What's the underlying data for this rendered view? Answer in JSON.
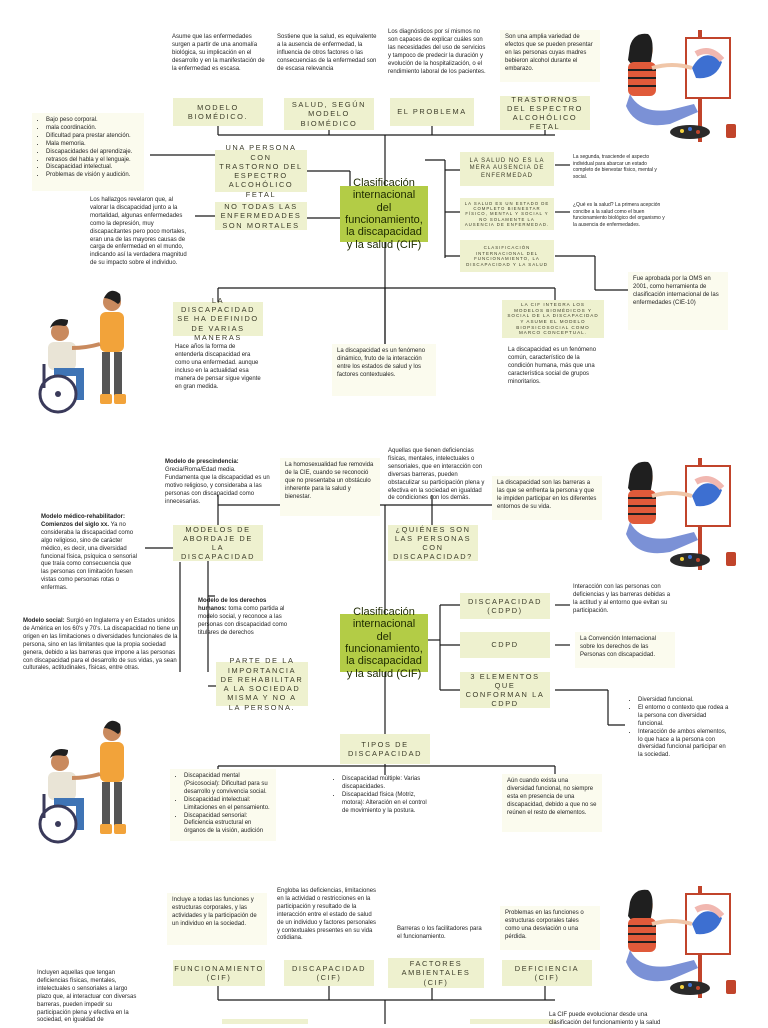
{
  "page1": {
    "top_notes": [
      "Asume que las enfermedades surgen a partir de una anomalía biológica, su implicación en el desarrollo y en la manifestación de la enfermedad es escasa.",
      "Sostiene que la salud, es equivalente a la ausencia de enfermedad, la influencia de otros factores o las consecuencias de la enfermedad son de escasa relevancia",
      "Los diagnósticos por sí mismos no son capaces de explicar cuáles son las necesidades del uso de servicios y tampoco de predecir la duración y evolución de la hospitalización, o el rendimiento laboral de los pacientes.",
      "Son una amplia variedad de efectos que se pueden presentar en las personas cuyas madres bebieron alcohol durante el embarazo."
    ],
    "top_nodes": [
      "Modelo biomédico.",
      "Salud, según modelo biomédico",
      "El problema",
      "Trastornos del espectro alcohólico fetal"
    ],
    "left_list": [
      "Bajo peso corporal.",
      "mala coordinación.",
      "Dificultad para prestar atención.",
      "Mala memoria.",
      "Discapacidades del aprendizaje.",
      "retrasos del habla y el lenguaje.",
      "Discapacidad intelectual.",
      "Problemas de visión y audición."
    ],
    "left_nodes": [
      "Una persona con trastorno del espectro alcohólico fetal",
      "No todas las enfermedades son mortales"
    ],
    "left_note": "Los hallazgos revelaron que, al valorar la discapacidad junto a la mortalidad, algunas enfermedades como la depresión, muy discapacitantes pero poco mortales, eran una de las mayores causas de carga de enfermedad en el mundo, indicando así la verdadera magnitud de su impacto sobre el individuo.",
    "center": "Clasificación internacional del funcionamiento, la discapacidad y la salud (CIF)",
    "right_nodes": [
      "La salud no es la mera ausencia de enfermedad",
      "La salud es un estado de completo bienestar físico, mental y social y no solamente la ausencia de enfermedad.",
      "Clasificación internacional del funcionamiento, la discapacidad y la salud"
    ],
    "right_notes": [
      "La segunda, trasciende el aspecto individual para abarcar un estado completo de bienestar físico, mental y social.",
      "¿Qué es la salud? La primera acepción concibe a la salud como el buen funcionamiento biológico del organismo y la ausencia de enfermedades.",
      "Fue aprobada por la OMS en 2001, como herramienta de clasificación internacional de las enfermedades (CIE-10)"
    ],
    "bottom_nodes": [
      "La discapacidad se ha definido de varias maneras",
      "La CIF integra los modelos biomédicos y social de la discapacidad y asume el modelo biopsicosocial como marco conceptual."
    ],
    "bottom_notes": [
      "Hace años la forma de entenderla discapacidad era como una enfermedad. aunque incluso en la actualidad esa manera de pensar sigue vigente en gran medida.",
      "La discapacidad es un fenómeno dinámico, fruto de la interacción entre los estados de salud y los factores contextuales.",
      "La discapacidad es un fenómeno común, característico de la condición humana, más que una característica social de grupos minoritarios."
    ]
  },
  "page2": {
    "top_note_1_title": "Modelo de prescindencia:",
    "top_note_1_text": "Grecia/Roma/Edad media. Fundamenta que la discapacidad es un motivo religioso, y consideraba a las personas con discapacidad como innecesarias.",
    "top_notes": [
      "La homosexualidad fue removida de la CIE, cuando se reconoció que no presentaba un obstáculo inherente para la salud y bienestar.",
      "Aquellas que tienen deficiencias físicas, mentales, intelectuales o sensoriales, que en interacción con diversas barreras, pueden obstaculizar su participación plena y efectiva en la sociedad en igualdad de condiciones con los demás.",
      "La discapacidad son las barreras a las que se enfrenta la persona y que le impiden participar en los diferentes entornos de su vida."
    ],
    "left_note_1_title": "Modelo médico-rehabilitador: Comienzos del siglo xx.",
    "left_note_1_text": "Ya no consideraba la discapacidad como algo religioso, sino de carácter médico, es decir, una diversidad funcional física, psíquica o sensorial que traía como consecuencia que las personas con limitación fuesen vistas como personas rotas o enfermas.",
    "nodes": [
      "Modelos de abordaje de la discapacidad",
      "¿Quiénes son las personas con discapacidad?",
      "Parte de la importancia de rehabilitar a la sociedad misma y no a la persona.",
      "Discapacidad (CDPD)",
      "CDPD",
      "3 elementos que conforman la CDPD",
      "Tipos de discapacidad"
    ],
    "mid_note_title": "Modelo de los derechos humanos:",
    "mid_note_text": "toma como partida al modelo social, y reconoce a las personas con discapacidad como titulares de derechos",
    "social_title": "Modelo social:",
    "social_text": "Surgió en Inglaterra y en Estados unidos de América en los 60's y 70's. La discapacidad no tiene un origen en las limitaciones o diversidades funcionales de la persona, sino en las limitantes que la propia sociedad genera, debido a las barreras que impone a las personas con discapacidad para el desarrollo de sus vidas, ya sean culturales, actitudinales, físicas, entre otras.",
    "center": "Clasificación internacional del funcionamiento, la discapacidad y la salud (CIF)",
    "right_notes": [
      "Interacción con las personas con deficiencias y las barreras debidas a la actitud y al entorno que evitan su participación.",
      "La Convención Internacional sobre los derechos de las Personas con discapacidad."
    ],
    "elements": [
      "Diversidad funcional.",
      "El entorno o contexto que rodea a la persona con diversidad funcional.",
      "Interacción de ambos elementos, lo que hace a la persona con diversidad funcional participar en la sociedad."
    ],
    "types_left": [
      "Discapacidad mental (Psicosocial): Dificultad para su desarrollo y convivencia social.",
      "Discapacidad intelectual: Limitaciones en el pensamiento.",
      "Discapacidad sensorial: Deficiencia estructural en órganos de la visión, audición"
    ],
    "types_mid": [
      "Discapacidad múltiple: Varias discapacidades.",
      "Discapacidad física (Motriz, motora): Alteración en el control de movimiento y la postura."
    ],
    "types_right": "Aún cuando exista una diversidad funcional, no siempre esta en presencia de una discapacidad, debido a que no se reúnen el resto de elementos."
  },
  "page3": {
    "top_notes": [
      "Incluye a todas las funciones y estructuras corporales, y las actividades y la participación de un individuo en la sociedad.",
      "Engloba las deficiencias, limitaciones en la actividad o restricciones en la participación y resultado de la interacción entre el estado de salud de un individuo y factores personales y contextuales presentes en su vida cotidiana.",
      "Barreras o los facilitadores para el funcionamiento.",
      "Problemas en las funciones o estructuras corporales tales como una desviación o una pérdida."
    ],
    "nodes": [
      "Funcionamiento (CIF)",
      "Discapacidad (CIF)",
      "Factores ambientales (CIF)",
      "Deficiencia (CIF)"
    ],
    "left_note": "Incluyen aquellas que tengan deficiencias físicas, mentales, intelectuales o sensoriales a largo plazo que, al interactuar con diversas barreras, pueden impedir su participación plena y efectiva en la sociedad, en igualdad de",
    "right_note": "La CIF puede evolucionar desde una clasificación del funcionamiento y la salud"
  },
  "colors": {
    "node_bg": "#eef1cf",
    "center_bg": "#b3cc46",
    "note_bg": "#fbfbee",
    "line": "#1a1a1a"
  }
}
